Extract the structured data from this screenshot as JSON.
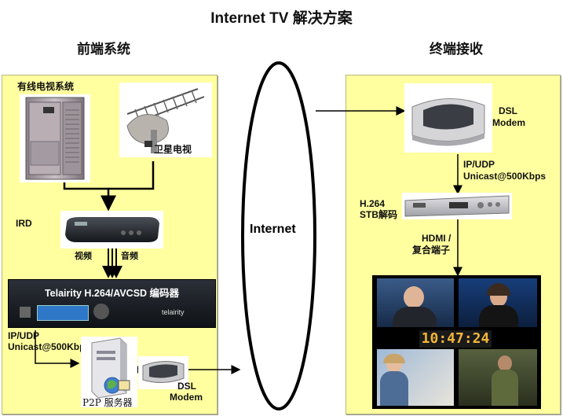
{
  "title": "Internet TV 解决方案",
  "headend": {
    "title": "前端系统",
    "cable_label": "有线电视系统",
    "satellite_label": "卫星电视",
    "ird_label": "IRD",
    "video_label": "视频",
    "audio_label": "音频",
    "encoder_label": "Telairity H.264/AVCSD 编码器",
    "encoder_brand": "telairity",
    "ip_udp_label": "IP/UDP",
    "unicast_label": "Unicast@500Kbp",
    "p2p_label": "P2P 服务器",
    "dsl_label": "DSL",
    "modem_label": "Modem"
  },
  "cloud": {
    "label": "Internet"
  },
  "receiver": {
    "title": "终端接收",
    "dsl_label": "DSL",
    "modem_label": "Modem",
    "ip_udp_label": "IP/UDP",
    "unicast_label": "Unicast@500Kbps",
    "stb_label_1": "H.264",
    "stb_label_2": "STB解码",
    "hdmi_label_1": "HDMI /",
    "hdmi_label_2": "复合端子",
    "clock_text": "10:47:24"
  }
}
